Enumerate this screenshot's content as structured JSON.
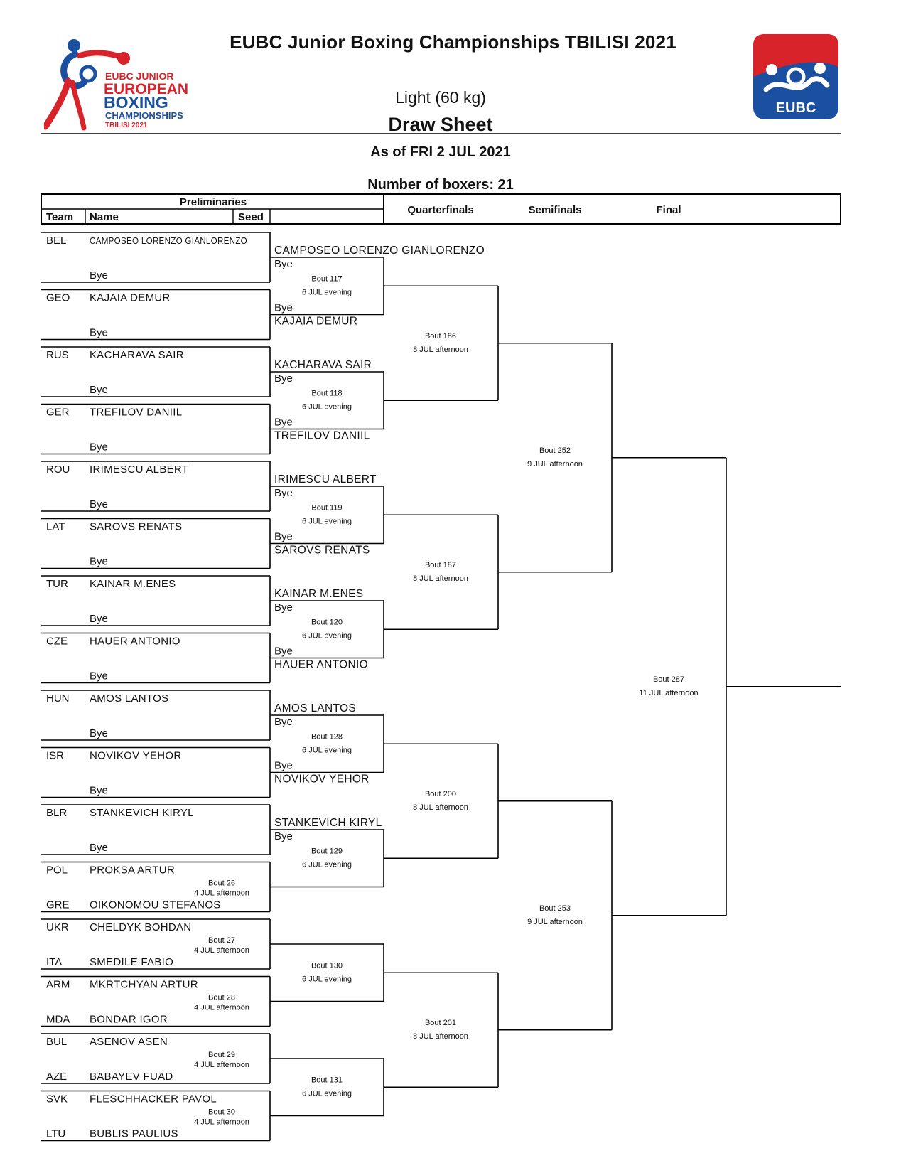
{
  "title": "EUBC Junior Boxing Championships TBILISI 2021",
  "weight_class": "Light (60 kg)",
  "sheet_title": "Draw Sheet",
  "as_of": "As of FRI 2 JUL 2021",
  "boxers_count": "Number of boxers: 21",
  "logo_left": {
    "line1": "EUBC JUNIOR",
    "line2": "EUROPEAN",
    "line3": "BOXING",
    "line4": "CHAMPIONSHIPS",
    "line5": "TBILISI 2021"
  },
  "logo_right": {
    "text": "EUBC"
  },
  "colors": {
    "red": "#d8232a",
    "blue": "#1b4fa0",
    "line": "#000000"
  },
  "header": {
    "preliminaries": "Preliminaries",
    "team": "Team",
    "name": "Name",
    "seed": "Seed",
    "quarterfinals": "Quarterfinals",
    "semifinals": "Semifinals",
    "final": "Final"
  },
  "entries": [
    {
      "team": "BEL",
      "name": "CAMPOSEO LORENZO GIANLORENZO",
      "opp": "Bye"
    },
    {
      "team": "GEO",
      "name": "KAJAIA DEMUR",
      "opp": "Bye"
    },
    {
      "team": "RUS",
      "name": "KACHARAVA SAIR",
      "opp": "Bye"
    },
    {
      "team": "GER",
      "name": "TREFILOV DANIIL",
      "opp": "Bye"
    },
    {
      "team": "ROU",
      "name": "IRIMESCU ALBERT",
      "opp": "Bye"
    },
    {
      "team": "LAT",
      "name": "SAROVS RENATS",
      "opp": "Bye"
    },
    {
      "team": "TUR",
      "name": "KAINAR M.ENES",
      "opp": "Bye"
    },
    {
      "team": "CZE",
      "name": "HAUER ANTONIO",
      "opp": "Bye"
    },
    {
      "team": "HUN",
      "name": "AMOS LANTOS",
      "opp": "Bye"
    },
    {
      "team": "ISR",
      "name": "NOVIKOV YEHOR",
      "opp": "Bye"
    },
    {
      "team": "BLR",
      "name": "STANKEVICH KIRYL",
      "opp": "Bye"
    }
  ],
  "prelim_bouts": [
    {
      "team_a": "POL",
      "name_a": "PROKSA ARTUR",
      "team_b": "GRE",
      "name_b": "OIKONOMOU STEFANOS",
      "bout": "Bout 26",
      "time": "4 JUL afternoon"
    },
    {
      "team_a": "UKR",
      "name_a": "CHELDYK BOHDAN",
      "team_b": "ITA",
      "name_b": "SMEDILE FABIO",
      "bout": "Bout 27",
      "time": "4 JUL afternoon"
    },
    {
      "team_a": "ARM",
      "name_a": "MKRTCHYAN ARTUR",
      "team_b": "MDA",
      "name_b": "BONDAR IGOR",
      "bout": "Bout 28",
      "time": "4 JUL afternoon"
    },
    {
      "team_a": "BUL",
      "name_a": "ASENOV ASEN",
      "team_b": "AZE",
      "name_b": "BABAYEV FUAD",
      "bout": "Bout 29",
      "time": "4 JUL afternoon"
    },
    {
      "team_a": "SVK",
      "name_a": "FLESCHHACKER PAVOL",
      "team_b": "LTU",
      "name_b": "BUBLIS PAULIUS",
      "bout": "Bout 30",
      "time": "4 JUL afternoon"
    }
  ],
  "r16": [
    {
      "top": "CAMPOSEO LORENZO GIANLORENZO",
      "top_bye": "Bye",
      "bot_bye": "Bye",
      "bot": "KAJAIA DEMUR",
      "bout": "Bout 117",
      "time": "6 JUL evening"
    },
    {
      "top": "KACHARAVA SAIR",
      "top_bye": "Bye",
      "bot_bye": "Bye",
      "bot": "TREFILOV DANIIL",
      "bout": "Bout 118",
      "time": "6 JUL evening"
    },
    {
      "top": "IRIMESCU ALBERT",
      "top_bye": "Bye",
      "bot_bye": "Bye",
      "bot": "SAROVS RENATS",
      "bout": "Bout 119",
      "time": "6 JUL evening"
    },
    {
      "top": "KAINAR M.ENES",
      "top_bye": "Bye",
      "bot_bye": "Bye",
      "bot": "HAUER ANTONIO",
      "bout": "Bout 120",
      "time": "6 JUL evening"
    },
    {
      "top": "AMOS LANTOS",
      "top_bye": "Bye",
      "bot_bye": "Bye",
      "bot": "NOVIKOV YEHOR",
      "bout": "Bout 128",
      "time": "6 JUL evening"
    },
    {
      "top": "STANKEVICH KIRYL",
      "top_bye": "Bye",
      "bout": "Bout 129",
      "time": "6 JUL evening"
    },
    {
      "bout": "Bout 130",
      "time": "6 JUL evening"
    },
    {
      "bout": "Bout 131",
      "time": "6 JUL evening"
    }
  ],
  "qf": [
    {
      "bout": "Bout 186",
      "time": "8 JUL afternoon"
    },
    {
      "bout": "Bout 187",
      "time": "8 JUL afternoon"
    },
    {
      "bout": "Bout 200",
      "time": "8 JUL afternoon"
    },
    {
      "bout": "Bout 201",
      "time": "8 JUL afternoon"
    }
  ],
  "sf": [
    {
      "bout": "Bout 252",
      "time": "9 JUL afternoon"
    },
    {
      "bout": "Bout 253",
      "time": "9 JUL afternoon"
    }
  ],
  "final": {
    "bout": "Bout 287",
    "time": "11 JUL afternoon"
  }
}
